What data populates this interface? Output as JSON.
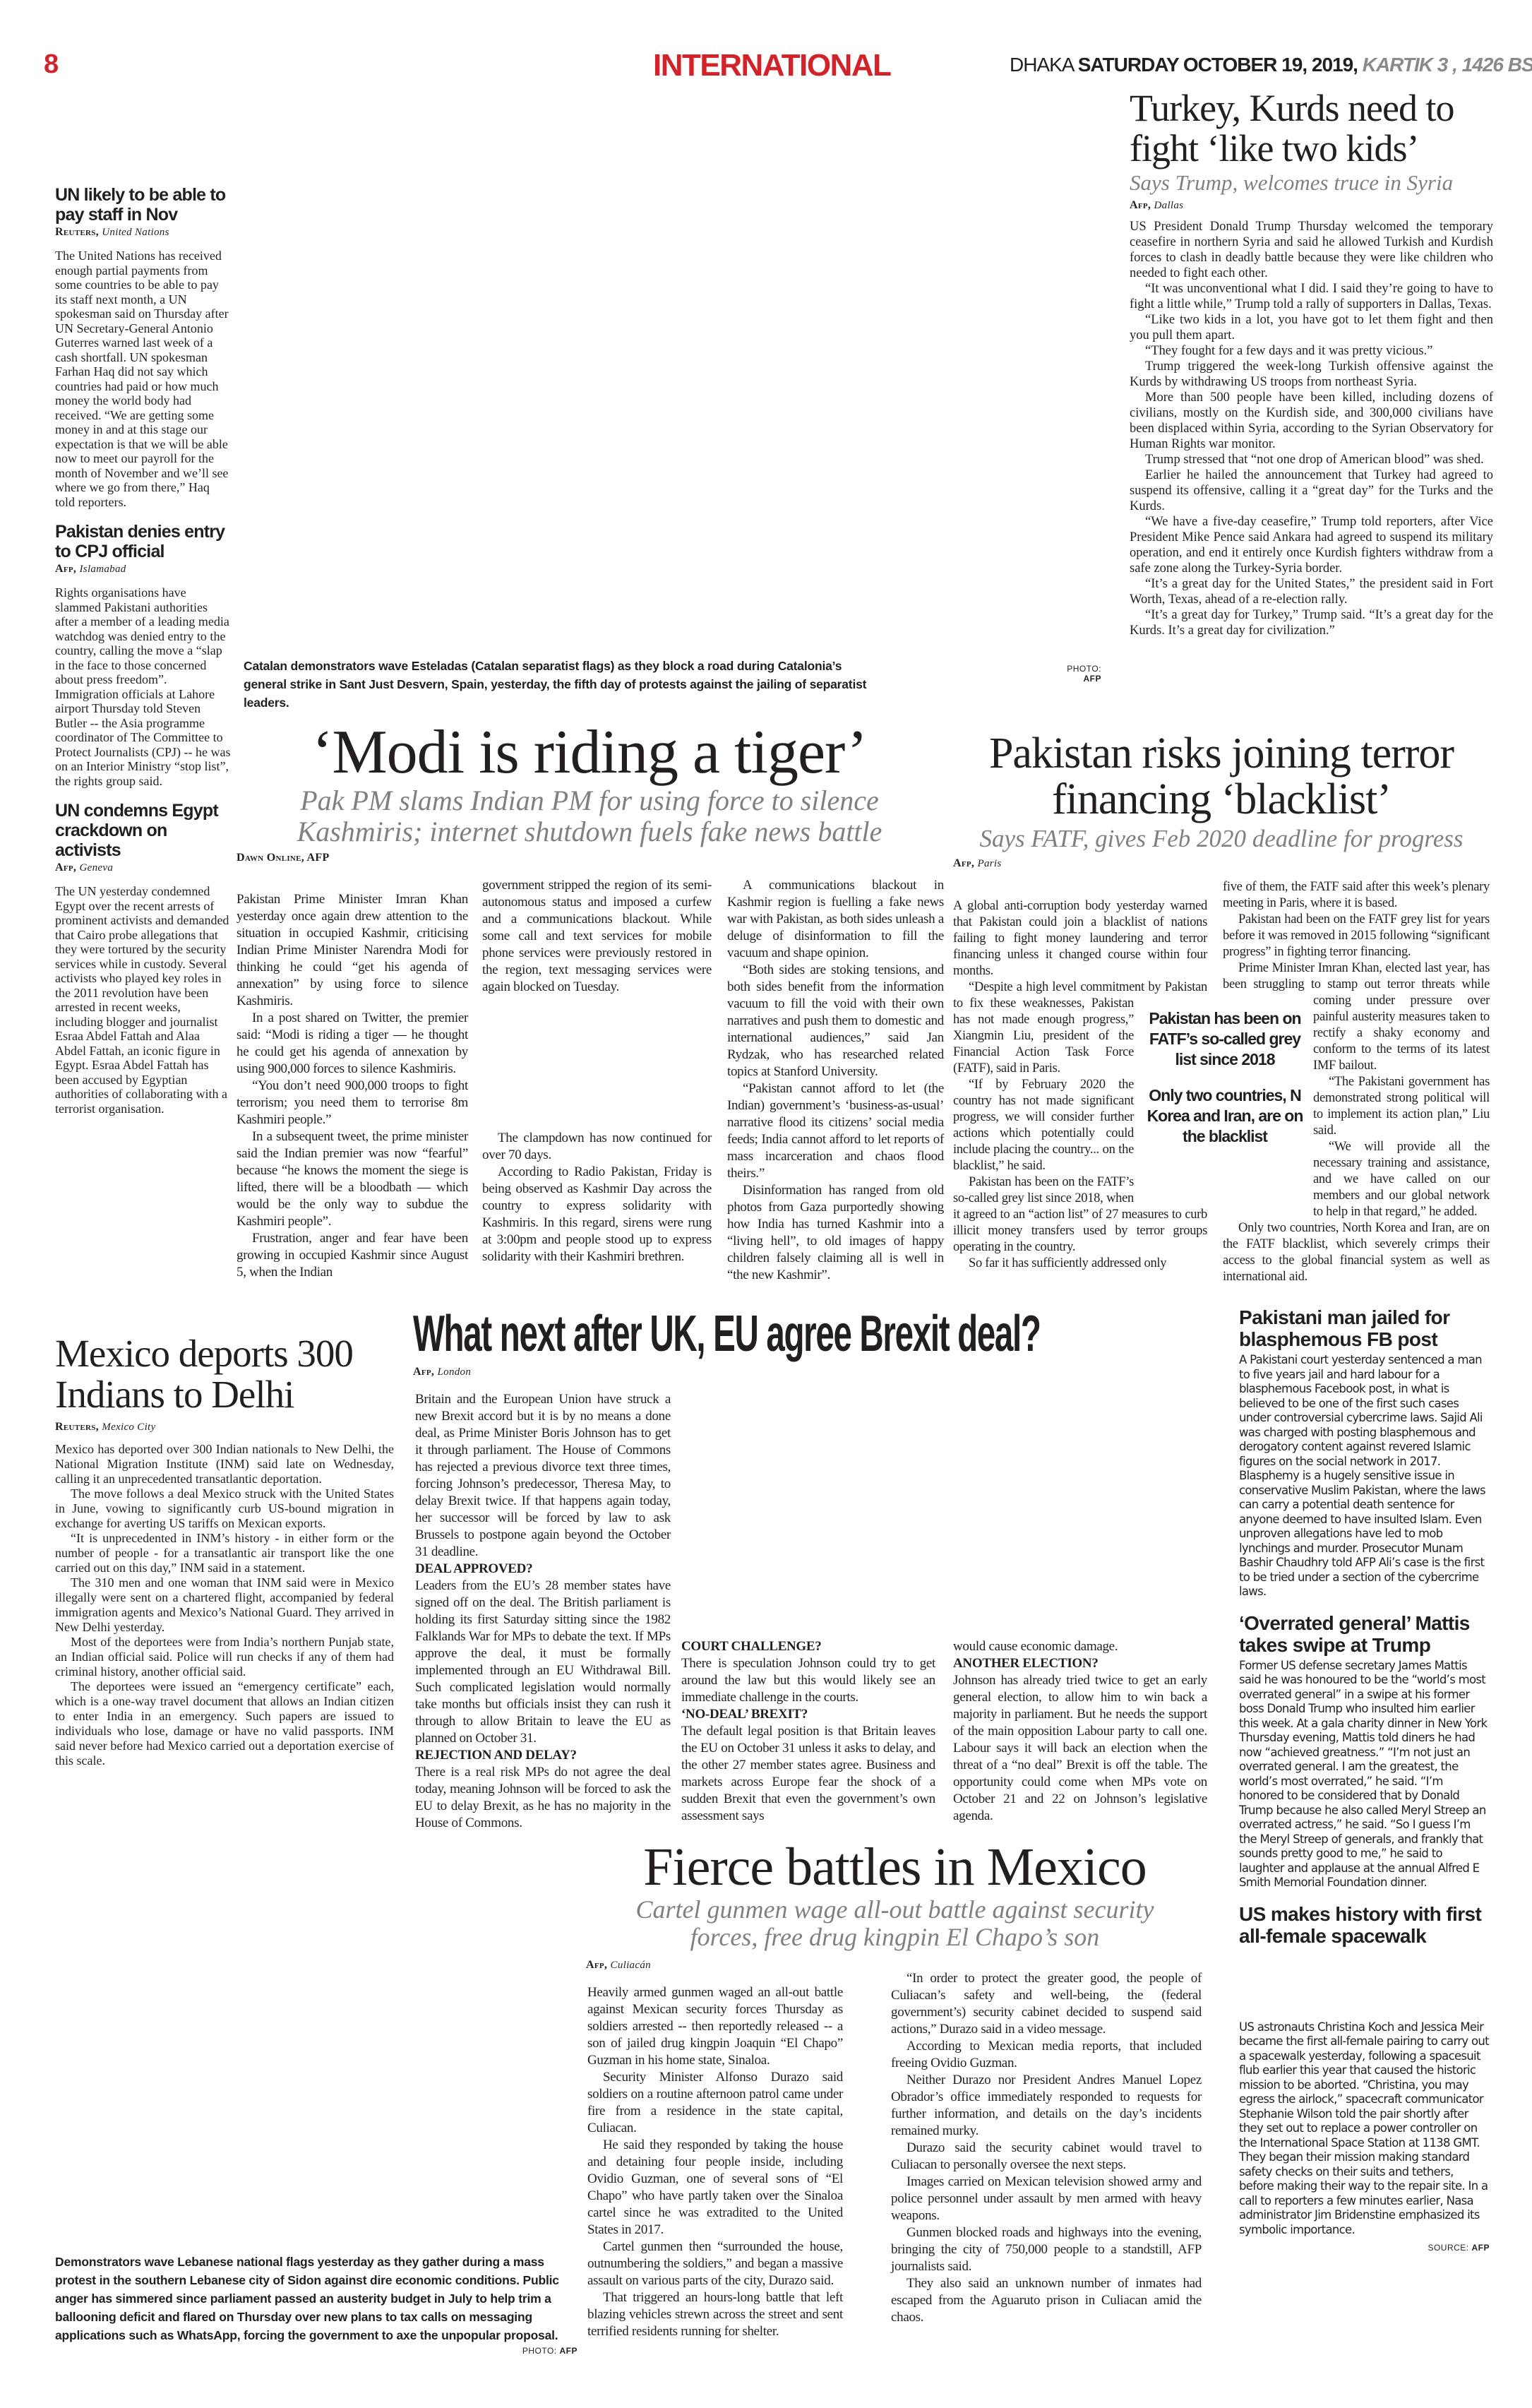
{
  "header": {
    "page_number": "8",
    "section": "INTERNATIONAL",
    "city": "DHAKA",
    "date": "SATURDAY OCTOBER 19, 2019,",
    "bangla_date": "KARTIK 3 , 1426 BS"
  },
  "turkey": {
    "headline": "Turkey, Kurds need to fight ‘like two kids’",
    "subhead": "Says Trump, welcomes truce in Syria",
    "agency": "Afp,",
    "place": "Dallas",
    "paragraphs": [
      "US President Donald Trump Thursday welcomed the temporary ceasefire in northern Syria and said he allowed Turkish and Kurdish forces to clash in deadly battle because they were like children who needed to fight each other.",
      "“It was unconventional what I did. I said they’re going to have to fight a little while,” Trump told a rally of supporters in Dallas, Texas.",
      "“Like two kids in a lot, you have got to let them fight and then you pull them apart.",
      "“They fought for a few days and it was pretty vicious.”",
      "Trump triggered the week-long Turkish offensive against the Kurds by withdrawing US troops from northeast Syria.",
      "More than 500 people have been killed, including dozens of civilians, mostly on the Kurdish side, and 300,000 civilians have been displaced within Syria, according to the Syrian Observatory for Human Rights war monitor.",
      "Trump stressed that “not one drop of American blood” was shed.",
      "Earlier he hailed the announcement that Turkey had agreed to suspend its offensive, calling it a “great day” for the Turks and the Kurds.",
      "“We have a five-day ceasefire,” Trump told reporters, after Vice President Mike Pence said Ankara had agreed to suspend its military operation, and end it entirely once Kurdish fighters withdraw from a safe zone along the Turkey-Syria border.",
      "“It’s a great day for the United States,” the president said in Fort Worth, Texas, ahead of a re-election rally.",
      "“It’s a great day for Turkey,” Trump said. “It’s a great day for the Kurds. It’s a great day for civilization.”"
    ]
  },
  "briefs_left": [
    {
      "headline": "UN likely to be able to pay staff in Nov",
      "agency": "Reuters,",
      "place": "United Nations",
      "text": "The United Nations has received enough partial payments from some countries to be able to pay its staff next month, a UN spokesman said on Thursday after UN Secretary-General Antonio Guterres warned last week of a cash shortfall. UN spokesman Farhan Haq did not say which countries had paid or how much money the world body had received. “We are getting some money in and at this stage our expectation is that we will be able now to meet our payroll for the month of November and we’ll see where we go from there,” Haq told reporters."
    },
    {
      "headline": "Pakistan denies entry to CPJ official",
      "agency": "Afp,",
      "place": "Islamabad",
      "text": "Rights organisations have slammed Pakistani authorities after a member of a leading media watchdog was denied entry to the country, calling the move a “slap in the face to those concerned about press freedom”. Immigration officials at Lahore airport Thursday told Steven Butler -- the Asia programme coordinator of The Committee to Protect Journalists (CPJ) -- he was on an Interior Ministry “stop list”, the rights group said."
    },
    {
      "headline": "UN condemns Egypt crackdown on activists",
      "agency": "Afp,",
      "place": "Geneva",
      "text": "The UN yesterday condemned Egypt over the recent arrests of prominent activists and demanded that Cairo probe allegations that they were tortured by the security services while in custody. Several activists who played key roles in the 2011 revolution have been arrested in recent weeks, including blogger and journalist Esraa Abdel Fattah and Alaa Abdel Fattah, an iconic figure in Egypt. Esraa Abdel Fattah has been accused by Egyptian authorities of collaborating with a terrorist organisation."
    }
  ],
  "catalan_photo": {
    "caption": "Catalan demonstrators wave Esteladas (Catalan separatist flags) as they block a road during Catalonia’s general strike in Sant Just Desvern, Spain, yesterday, the fifth day of protests against the jailing of separatist leaders.",
    "credit_label": "PHOTO:",
    "credit": "AFP"
  },
  "modi": {
    "headline": "‘Modi is riding a tiger’",
    "subhead": "Pak PM slams Indian PM for using force to silence Kashmiris; internet shutdown fuels fake news battle",
    "agency": "Dawn Online, AFP",
    "place": "",
    "col1": [
      "Pakistan Prime Minister Imran Khan yesterday once again drew attention to the situation in occupied Kashmir, criticising Indian Prime Minister Narendra Modi for thinking he could “get his agenda of annexation” by using force to silence Kashmiris.",
      "In a post shared on Twitter, the premier said: “Modi is riding a tiger — he thought he could get his agenda of annexation by using 900,000 forces to silence Kashmiris.",
      "“You don’t need 900,000 troops to fight terrorism; you need them to terrorise 8m Kashmiri people.”",
      "In a subsequent tweet, the prime minister said the Indian premier was now “fearful” because “he knows the moment the siege is lifted, there will be a bloodbath — which would be the only way to subdue the Kashmiri people”.",
      "Frustration, anger and fear have been growing in occupied Kashmir since August 5, when the Indian"
    ],
    "col2_top": "government stripped the region of its semi-autonomous status and imposed a curfew and a communications blackout. While some call and text services for mobile phone services were previously restored in the region, text messaging services were again blocked on Tuesday.",
    "col2_bottom": [
      "The clampdown has now continued for over 70 days.",
      "According to Radio Pakistan, Friday is being observed as Kashmir Day across the country to express solidarity with Kashmiris. In this regard, sirens were rung at 3:00pm and people stood up to express solidarity with their Kashmiri brethren."
    ],
    "col3": [
      "A communications blackout in Kashmir region is fuelling a fake news war with Pakistan, as both sides unleash a deluge of disinformation to fill the vacuum and shape opinion.",
      "“Both sides are stoking tensions, and both sides benefit from the information vacuum to fill the void with their own narratives and push them to domestic and international audiences,” said Jan Rydzak, who has researched related topics at Stanford University.",
      "“Pakistan cannot afford to let (the Indian) government’s ‘business-as-usual’ narrative flood its citizens’ social media feeds; India cannot afford to let reports of mass incarceration and chaos flood theirs.”",
      "Disinformation has ranged from old photos from Gaza purportedly showing how India has turned Kashmir into a “living hell”, to old images of happy children falsely claiming all is well in “the new Kashmir”."
    ]
  },
  "fatf": {
    "headline": "Pakistan risks joining terror financing ‘blacklist’",
    "subhead": "Says FATF, gives Feb 2020 deadline for progress",
    "agency": "Afp,",
    "place": "Paris",
    "col1": [
      "A global anti-corruption body yesterday warned that Pakistan could join a blacklist of nations failing to fight money laundering and terror financing unless it changed course within four months.",
      "“Despite a high level commitment by Pakistan to fix these weaknesses, Pakistan has not made enough progress,” Xiangmin Liu, president of the Financial Action Task Force (FATF), said in Paris.",
      "“If by February 2020 the country has not made significant progress, we will consider further actions which potentially could include placing the country... on the blacklist,” he said.",
      "Pakistan has been on the FATF’s so-called grey list since 2018, when it agreed to an “action list” of 27 measures to curb illicit money transfers used by terror groups operating in the country.",
      "So far it has sufficiently addressed only"
    ],
    "col2": [
      "five of them, the FATF said after this week’s plenary meeting in Paris, where it is based.",
      "Pakistan had been on the FATF grey list for years before it was removed in 2015 following “significant progress” in fighting terror financing.",
      "Prime Minister Imran Khan, elected last year, has been struggling to stamp out terror threats while coming under pressure over painful austerity measures taken to rectify a shaky economy and conform to the terms of its latest IMF bailout.",
      "“The Pakistani government has demonstrated strong political will to implement its action plan,” Liu said.",
      "“We will provide all the necessary training and assistance, and we have called on our members and our global network to help in that regard,” he added.",
      "Only two countries, North Korea and Iran, are on the FATF blacklist, which severely crimps their access to the global financial system as well as international aid."
    ],
    "pullquotes": [
      "Pakistan has been on FATF’s so-called grey list since 2018",
      "Only two countries, N Korea and Iran, are on the blacklist"
    ]
  },
  "brexit": {
    "headline": "What next after UK, EU agree Brexit deal?",
    "agency": "Afp,",
    "place": "London",
    "intro": "Britain and the European Union have struck a new Brexit accord but it is by no means a done deal, as Prime Minister Boris Johnson has to get it through parliament. The House of Commons has rejected a previous divorce text three times, forcing Johnson’s predecessor, Theresa May, to delay Brexit twice. If that happens again today, her successor will be forced by law to ask Brussels to postpone again beyond the October 31 deadline.",
    "sections": [
      {
        "heading": "DEAL APPROVED?",
        "text": "Leaders from the EU’s 28 member states have signed off on the deal. The British parliament is holding its first Saturday sitting since the 1982 Falklands War for MPs to debate the text. If MPs approve the deal, it must be formally implemented through an EU Withdrawal Bill. Such complicated legislation would normally take months but officials insist they can rush it through to allow Britain to leave the EU as planned on October 31."
      },
      {
        "heading": "REJECTION AND DELAY?",
        "text": "There is a real risk MPs do not agree the deal today, meaning Johnson will be forced to ask the EU to delay Brexit, as he has no majority in the House of Commons."
      },
      {
        "heading": "COURT CHALLENGE?",
        "text": "There is speculation Johnson could try to get around the law but this would likely see an immediate challenge in the courts."
      },
      {
        "heading": "‘NO-DEAL’ BREXIT?",
        "text": "The default legal position is that Britain leaves the EU on October 31 unless it asks to delay, and the other 27 member states agree. Business and markets across Europe fear the shock of a sudden Brexit that even the government’s own assessment says"
      },
      {
        "heading": "ANOTHER ELECTION?",
        "text": "Johnson has already tried twice to get an early general election, to allow him to win back a majority in parliament. But he needs the support of the main opposition Labour party to call one. Labour says it will back an election when the threat of a “no deal” Brexit is off the table. The opportunity could come when MPs vote on October 21 and 22 on Johnson’s legislative agenda."
      }
    ],
    "continuation": "would cause economic damage."
  },
  "mexico_deport": {
    "headline": "Mexico deports 300 Indians to Delhi",
    "agency": "Reuters,",
    "place": "Mexico City",
    "paragraphs": [
      "Mexico has deported over 300 Indian nationals to New Delhi, the National Migration Institute (INM) said late on Wednesday, calling it an unprecedented transatlantic deportation.",
      "The move follows a deal Mexico struck with the United States in June, vowing to significantly curb US-bound migration in exchange for averting US tariffs on Mexican exports.",
      "“It is unprecedented in INM’s history - in either form or the number of people - for a transatlantic air transport like the one carried out on this day,” INM said in a statement.",
      "The 310 men and one woman that INM said were in Mexico illegally were sent on a chartered flight, accompanied by federal immigration agents and Mexico’s National Guard. They arrived in New Delhi yesterday.",
      "Most of the deportees were from India’s northern Punjab state, an Indian official said. Police will run checks if any of them had criminal history, another official said.",
      "The deportees were issued an “emergency certificate” each, which is a one-way travel document that allows an Indian citizen to enter India in an emergency. Such papers are issued to individuals who lose, damage or have no valid passports. INM said never before had Mexico carried out a deportation exercise of this scale."
    ]
  },
  "briefs_right": [
    {
      "headline": "Pakistani man jailed for blasphemous FB post",
      "text": "A Pakistani court yesterday sentenced a man to five years jail and hard labour for a blasphemous Facebook post, in what is believed to be one of the first such cases under controversial cybercrime laws. Sajid Ali was charged with posting blasphemous and derogatory content against revered Islamic figures on the social network in 2017. Blasphemy is a hugely sensitive issue in conservative Muslim Pakistan, where the laws can carry a potential death sentence for anyone deemed to have insulted Islam. Even unproven allegations have led to mob lynchings and murder. Prosecutor Munam Bashir Chaudhry told AFP Ali’s case is the first to be tried under a section of the cybercrime laws."
    },
    {
      "headline": "‘Overrated general’ Mattis takes swipe at Trump",
      "text": "Former US defense secretary James Mattis said he was honoured to be the “world’s most overrated general” in a swipe at his former boss Donald Trump who insulted him earlier this week. At a gala charity dinner in New York Thursday evening, Mattis told diners he had now “achieved greatness.” “I’m not just an overrated general. I am the greatest, the world’s most overrated,” he said. “I’m honored to be considered that by Donald Trump because he also called Meryl Streep an overrated actress,” he said. “So I guess I’m the Meryl Streep of generals, and frankly that sounds pretty good to me,” he said to laughter and applause at the annual Alfred E Smith Memorial Foundation dinner."
    },
    {
      "headline": "US makes history with first all-female spacewalk",
      "text": "US astronauts Christina Koch and Jessica Meir became the first all-female pairing to carry out a spacewalk yesterday, following a spacesuit flub earlier this year that caused the historic mission to be aborted. “Christina, you may egress the airlock,” spacecraft communicator Stephanie Wilson told the pair shortly after they set out to replace a power controller on the International Space Station at 1138 GMT. They began their mission making standard safety checks on their suits and tethers, before making their way to the repair site. In a call to reporters a few minutes earlier, Nasa administrator Jim Bridenstine emphasized its symbolic importance."
    }
  ],
  "source": {
    "label": "SOURCE:",
    "value": "AFP"
  },
  "fierce": {
    "headline": "Fierce battles in Mexico",
    "subhead": "Cartel gunmen wage all-out battle against security forces, free drug kingpin El Chapo’s son",
    "agency": "Afp,",
    "place": "Culiacán",
    "col1": [
      "Heavily armed gunmen waged an all-out battle against Mexican security forces Thursday as soldiers arrested -- then reportedly released -- a son of jailed drug kingpin Joaquin “El Chapo” Guzman in his home state, Sinaloa.",
      "Security Minister Alfonso Durazo said soldiers on a routine afternoon patrol came under fire from a residence in the state capital, Culiacan.",
      "He said they responded by taking the house and detaining four people inside, including Ovidio Guzman, one of several sons of “El Chapo” who have partly taken over the Sinaloa cartel since he was extradited to the United States in 2017.",
      "Cartel gunmen then “surrounded the house, outnumbering the soldiers,” and began a massive assault on various parts of the city, Durazo said.",
      "That triggered an hours-long battle that left blazing vehicles strewn across the street and sent terrified residents running for shelter."
    ],
    "col2": [
      "“In order to protect the greater good, the people of Culiacan’s safety and well-being, the (federal government’s) security cabinet decided to suspend said actions,” Durazo said in a video message.",
      "According to Mexican media reports, that included freeing Ovidio Guzman.",
      "Neither Durazo nor President Andres Manuel Lopez Obrador’s office immediately responded to requests for further information, and details on the day’s incidents remained murky.",
      "Durazo said the security cabinet would travel to Culiacan to personally oversee the next steps.",
      "Images carried on Mexican television showed army and police personnel under assault by men armed with heavy weapons.",
      "Gunmen blocked roads and highways into the evening, bringing the city of 750,000 people to a standstill, AFP journalists said.",
      "They also said an unknown number of inmates had escaped from the Aguaruto prison in Culiacan amid the chaos."
    ]
  },
  "lebanon_photo": {
    "caption": "Demonstrators wave Lebanese national flags yesterday as they gather during a mass protest in the southern Lebanese city of Sidon against dire economic conditions. Public anger has simmered since parliament passed an austerity budget in July to help trim a ballooning deficit and flared on Thursday over new plans to tax calls on messaging applications such as WhatsApp, forcing the government to axe the unpopular proposal.",
    "credit_label": "PHOTO:",
    "credit": "AFP"
  }
}
